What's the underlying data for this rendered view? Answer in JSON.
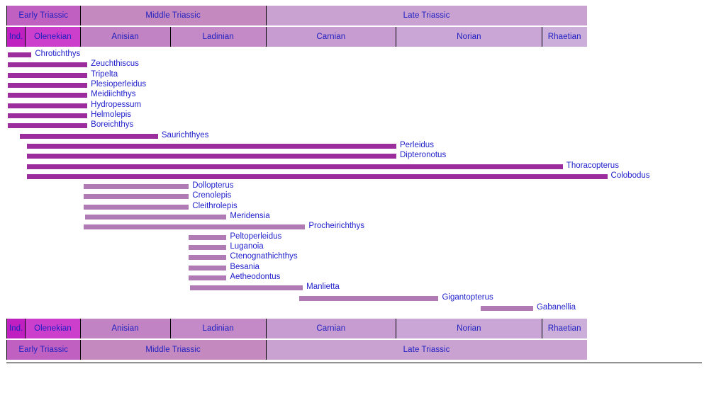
{
  "chart_data": {
    "type": "bar",
    "chart_kind": "stratigraphic-range-chart",
    "title": "",
    "xlabel": "",
    "ylabel": "",
    "xlim": [
      -251.5,
      -190.5
    ],
    "axis": {
      "tick_interval": 1,
      "label_interval": 5,
      "tick_labels": [
        "-251",
        "-246",
        "-241",
        "-236",
        "-231",
        "-226",
        "-221",
        "-216",
        "-211",
        "-206",
        "-201",
        "-196",
        "-191"
      ],
      "tick_values": [
        -251,
        -246,
        -241,
        -236,
        -231,
        -226,
        -221,
        -216,
        -211,
        -206,
        -201,
        -196,
        -191
      ]
    },
    "grid": false,
    "legend_position": "none",
    "epochs": [
      {
        "label": "Early Triassic",
        "start": -251.5,
        "end": -245.0,
        "color": "#c060c0"
      },
      {
        "label": "Middle Triassic",
        "start": -245.0,
        "end": -228.7,
        "color": "#c48ac0"
      },
      {
        "label": "Late Triassic",
        "start": -228.7,
        "end": -200.6,
        "color": "#c9a2d2"
      }
    ],
    "stages": [
      {
        "label": "Ind.",
        "start": -251.5,
        "end": -249.8,
        "color": "#c020c0"
      },
      {
        "label": "Olenekian",
        "start": -249.8,
        "end": -245.0,
        "color": "#cc3fcc"
      },
      {
        "label": "Anisian",
        "start": -245.0,
        "end": -237.1,
        "color": "#c283c4"
      },
      {
        "label": "Ladinian",
        "start": -237.1,
        "end": -228.7,
        "color": "#c48ac8"
      },
      {
        "label": "Carnian",
        "start": -228.7,
        "end": -217.3,
        "color": "#c79cd0"
      },
      {
        "label": "Norian",
        "start": -217.3,
        "end": -204.5,
        "color": "#c9a6d6"
      },
      {
        "label": "Rhaetian",
        "start": -204.5,
        "end": -200.6,
        "color": "#ccaedb"
      }
    ],
    "series_colors": {
      "dark": "#9c2d9c",
      "light": "#b07ab5"
    },
    "taxa": [
      {
        "name": "Chrotichthys",
        "start": -251.4,
        "end": -249.3,
        "color": "dark",
        "label_side": "right"
      },
      {
        "name": "Zeuchthiscus",
        "start": -251.4,
        "end": -244.4,
        "color": "dark",
        "label_side": "right"
      },
      {
        "name": "Tripelta",
        "start": -251.4,
        "end": -244.4,
        "color": "dark",
        "label_side": "right"
      },
      {
        "name": "Plesioperleidus",
        "start": -251.4,
        "end": -244.4,
        "color": "dark",
        "label_side": "right"
      },
      {
        "name": "Meidiichthys",
        "start": -251.4,
        "end": -244.4,
        "color": "dark",
        "label_side": "right"
      },
      {
        "name": "Hydropessum",
        "start": -251.4,
        "end": -244.4,
        "color": "dark",
        "label_side": "right"
      },
      {
        "name": "Helmolepis",
        "start": -251.4,
        "end": -244.4,
        "color": "dark",
        "label_side": "right"
      },
      {
        "name": "Boreichthys",
        "start": -251.4,
        "end": -244.4,
        "color": "dark",
        "label_side": "right"
      },
      {
        "name": "Saurichthyes",
        "start": -250.3,
        "end": -238.2,
        "color": "dark",
        "label_side": "right"
      },
      {
        "name": "Perleidus",
        "start": -249.7,
        "end": -217.3,
        "color": "dark",
        "label_side": "right"
      },
      {
        "name": "Dipteronotus",
        "start": -249.7,
        "end": -217.3,
        "color": "dark",
        "label_side": "right"
      },
      {
        "name": "Thoracopterus",
        "start": -249.7,
        "end": -202.7,
        "color": "dark",
        "label_side": "right"
      },
      {
        "name": "Colobodus",
        "start": -249.7,
        "end": -198.8,
        "color": "dark",
        "label_side": "right"
      },
      {
        "name": "Dollopterus",
        "start": -244.7,
        "end": -235.5,
        "color": "light",
        "label_side": "right"
      },
      {
        "name": "Crenolepis",
        "start": -244.7,
        "end": -235.5,
        "color": "light",
        "label_side": "right"
      },
      {
        "name": "Cleithrolepis",
        "start": -244.7,
        "end": -235.5,
        "color": "light",
        "label_side": "right"
      },
      {
        "name": "Meridensia",
        "start": -244.6,
        "end": -232.2,
        "color": "light",
        "label_side": "right"
      },
      {
        "name": "Procheirichthys",
        "start": -244.7,
        "end": -225.3,
        "color": "light",
        "label_side": "right"
      },
      {
        "name": "Peltoperleidus",
        "start": -235.5,
        "end": -232.2,
        "color": "light",
        "label_side": "right"
      },
      {
        "name": "Luganoia",
        "start": -235.5,
        "end": -232.2,
        "color": "light",
        "label_side": "right"
      },
      {
        "name": "Ctenognathichthys",
        "start": -235.5,
        "end": -232.2,
        "color": "light",
        "label_side": "right"
      },
      {
        "name": "Besania",
        "start": -235.5,
        "end": -232.2,
        "color": "light",
        "label_side": "right"
      },
      {
        "name": "Aetheodontus",
        "start": -235.5,
        "end": -232.2,
        "color": "light",
        "label_side": "right"
      },
      {
        "name": "Manlietta",
        "start": -235.4,
        "end": -225.5,
        "color": "light",
        "label_side": "right"
      },
      {
        "name": "Gigantopterus",
        "start": -225.8,
        "end": -213.6,
        "color": "light",
        "label_side": "right"
      },
      {
        "name": "Gabanellia",
        "start": -209.9,
        "end": -205.3,
        "color": "light",
        "label_side": "right"
      }
    ]
  }
}
